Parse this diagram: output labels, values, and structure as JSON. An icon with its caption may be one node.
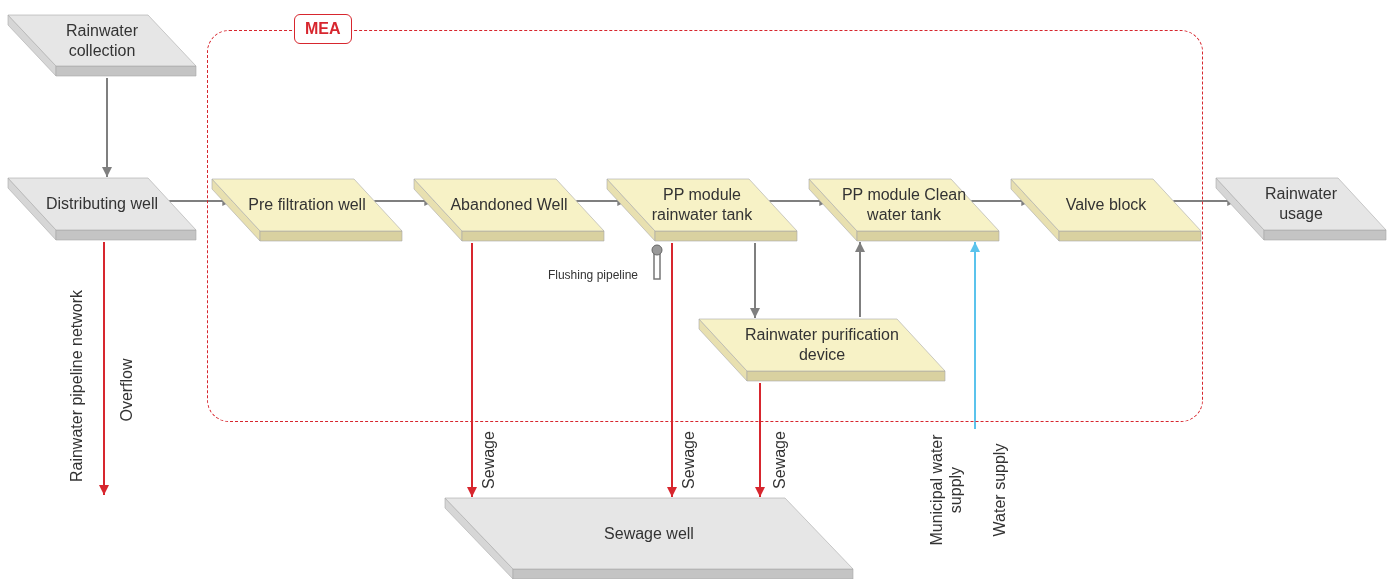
{
  "diagram": {
    "nodes": [
      {
        "text": [
          "Rainwater collection"
        ]
      },
      {
        "text": [
          "Distributing well"
        ]
      },
      {
        "text": [
          "MEA"
        ]
      },
      {
        "text": [
          "Pre filtration well"
        ],
        "in": 2
      },
      {
        "text": [
          "Abandoned Well"
        ],
        "in": 2
      },
      {
        "text": [
          "PP module rainwater tank"
        ],
        "in": 2
      },
      {
        "text": [
          "PP module Clean water tank"
        ],
        "in": 2
      },
      {
        "text": [
          "Valve block"
        ],
        "in": 2
      },
      {
        "text": [
          "Rainwater purification device"
        ],
        "in": 2
      },
      {
        "text": [
          "Rainwater usage"
        ]
      },
      {
        "text": [
          "Sewage well"
        ]
      },
      {
        "text": [
          "Rainwater pipeline network"
        ]
      },
      {
        "text": [
          "Municipal water supply"
        ]
      }
    ],
    "edges": [
      {
        "from": 0,
        "to": 1,
        "arrow": "to"
      },
      {
        "from": 1,
        "to": 3,
        "arrow": "to"
      },
      {
        "from": 3,
        "to": 4,
        "arrow": "to"
      },
      {
        "from": 4,
        "to": 5,
        "arrow": "to"
      },
      {
        "from": 5,
        "to": 6,
        "arrow": "to"
      },
      {
        "from": 6,
        "to": 7,
        "arrow": "to"
      },
      {
        "from": 7,
        "to": 9,
        "arrow": "to"
      },
      {
        "from": 5,
        "to": 8,
        "arrow": "to"
      },
      {
        "from": 8,
        "to": 6,
        "arrow": "to"
      },
      {
        "from": 1,
        "to": 11,
        "arrow": "to",
        "label": "Overflow",
        "color": "#d7262e"
      },
      {
        "from": 4,
        "to": 10,
        "arrow": "to",
        "label": "Sewage",
        "color": "#d7262e"
      },
      {
        "from": 5,
        "to": 10,
        "arrow": "to",
        "label": "Sewage",
        "color": "#d7262e"
      },
      {
        "from": 8,
        "to": 10,
        "arrow": "to",
        "label": "Sewage",
        "color": "#d7262e"
      },
      {
        "from": 12,
        "to": 6,
        "arrow": "to",
        "label": "Water supply",
        "color": "#5bc3ec"
      }
    ],
    "labels": [
      "Flushing pipeline"
    ]
  }
}
